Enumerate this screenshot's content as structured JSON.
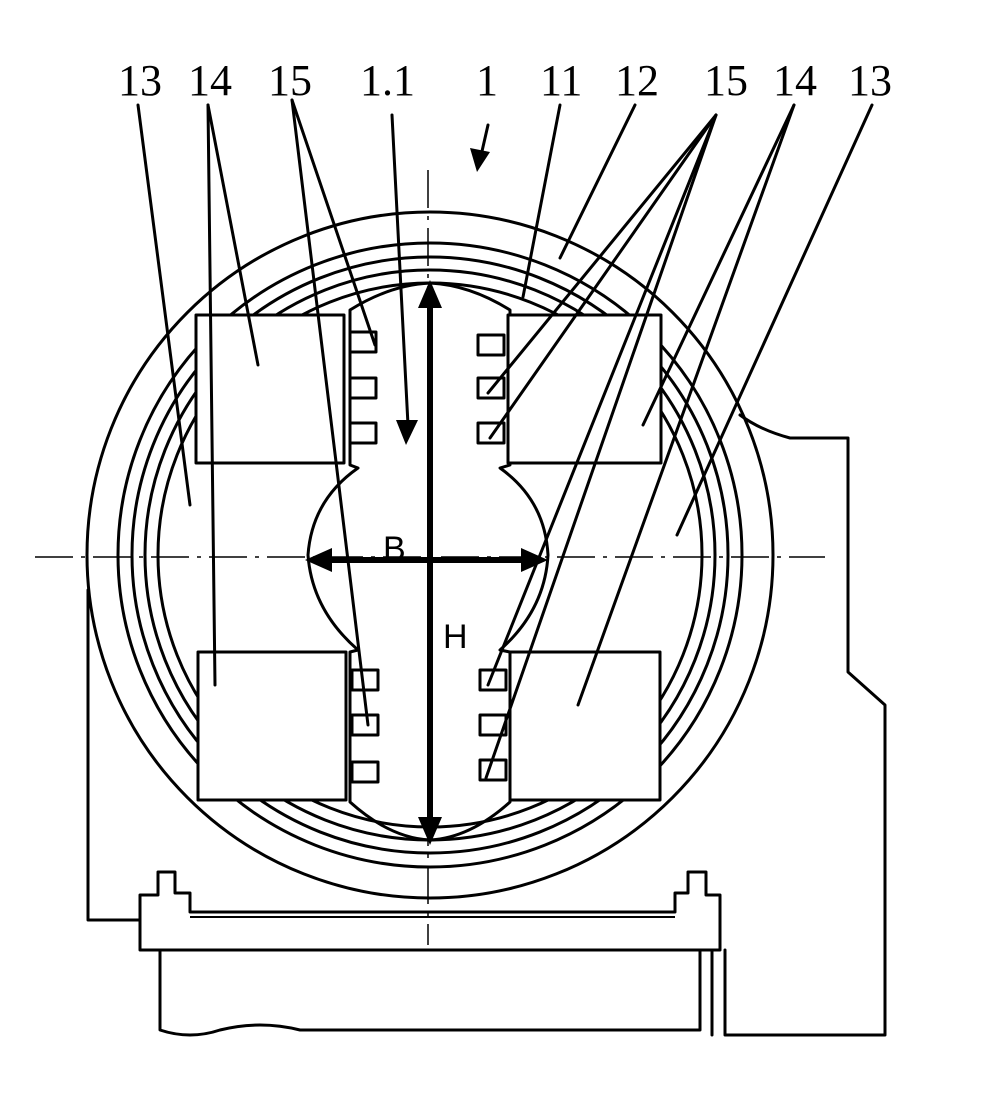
{
  "labels_top": {
    "l13_left": "13",
    "l14_left": "14",
    "l15_left": "15",
    "l1_1": "1.1",
    "l1": "1",
    "l11": "11",
    "l12": "12",
    "l15_right": "15",
    "l14_right": "14",
    "l13_right": "13"
  },
  "dimensions": {
    "width_label": "B",
    "height_label": "H"
  }
}
